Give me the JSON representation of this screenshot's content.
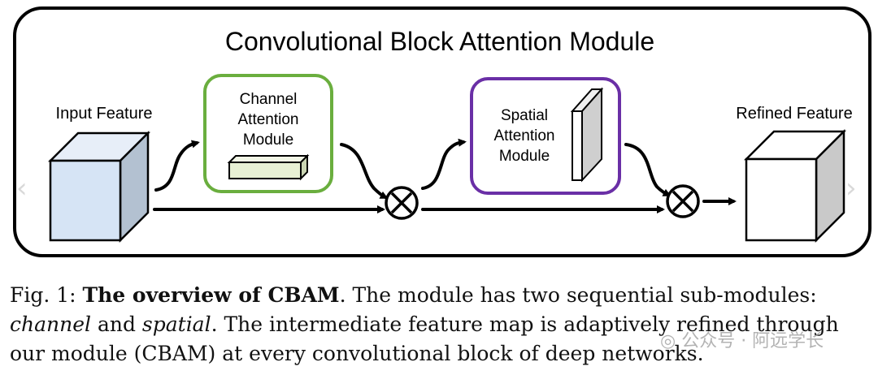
{
  "diagram": {
    "title": "Convolutional Block Attention Module",
    "input_label": "Input Feature",
    "refined_label": "Refined Feature",
    "channel_module": {
      "line1": "Channel",
      "line2": "Attention",
      "line3": "Module"
    },
    "spatial_module": {
      "line1": "Spatial",
      "line2": "Attention",
      "line3": "Module"
    },
    "operator_symbol": "×"
  },
  "caption": {
    "prefix": "Fig. 1: ",
    "bold": "The overview of CBAM",
    "text1": ". The module has two sequential sub-modules: ",
    "italic1": "channel",
    "text2": " and ",
    "italic2": "spatial",
    "text3": ". The intermediate feature map is adaptively refined through our module (CBAM) at every convolutional block of deep networks."
  },
  "watermark": {
    "text": "公众号 · 阿远学长"
  },
  "colors": {
    "channel_border": "#6aae3e",
    "spatial_border": "#6a2fa6",
    "input_cube_front": "#d6e4f5",
    "input_cube_top": "#e7eef8",
    "input_cube_side": "#b3c1d1",
    "refined_cube_side": "#c9c9c9",
    "channel_bar": "#e8f1d4",
    "spatial_slab": "#cfcfcf"
  }
}
